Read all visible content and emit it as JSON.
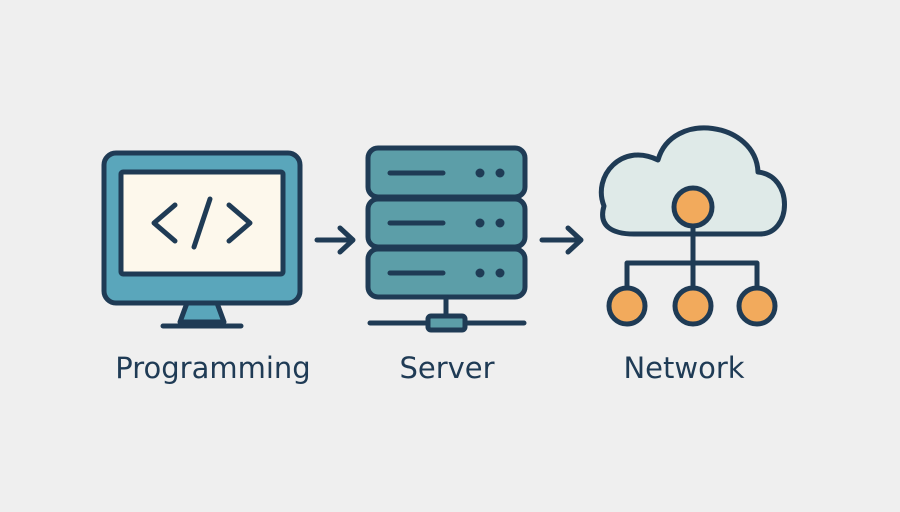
{
  "labels": {
    "programming": "Programming",
    "server": "Server",
    "network": "Network"
  },
  "icons": {
    "programming": "computer-monitor-code-icon",
    "server": "server-rack-icon",
    "network": "cloud-network-icon",
    "arrows": "arrow-right-icon"
  },
  "colors": {
    "background": "#efefef",
    "outline": "#1f3b55",
    "monitor": "#5aa6bb",
    "screen": "#fdf8ec",
    "server": "#5c9ea8",
    "cloud": "#dfeae8",
    "node": "#f2aa5c"
  }
}
